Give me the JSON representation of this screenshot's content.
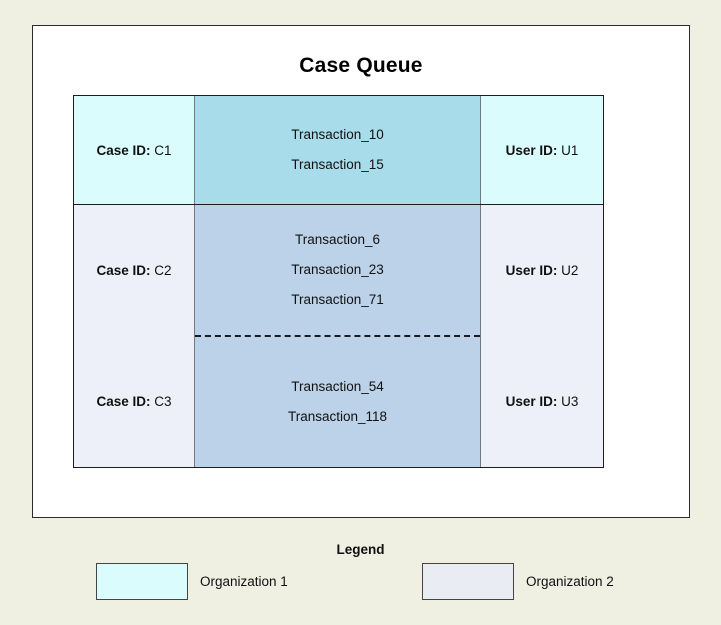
{
  "page": {
    "background_color": "#EFEFE2",
    "card_background": "#FFFFFF"
  },
  "card": {
    "title": "Case Queue"
  },
  "table": {
    "rows": [
      {
        "case_label": "Case ID:",
        "case_value": "C1",
        "user_label": "User ID:",
        "user_value": "U1",
        "organization": "Organization 1",
        "side_color": "#DAFCFC",
        "txn_color": "#A8DCEA",
        "transactions": [
          "Transaction_10",
          "Transaction_15"
        ]
      },
      {
        "case_label": "Case ID:",
        "case_value": "C2",
        "user_label": "User ID:",
        "user_value": "U2",
        "organization": "Organization 2",
        "side_color": "#EDF0F8",
        "txn_color": "#BBD2E8",
        "transactions": [
          "Transaction_6",
          "Transaction_23",
          "Transaction_71"
        ]
      },
      {
        "case_label": "Case ID:",
        "case_value": "C3",
        "user_label": "User ID:",
        "user_value": "U3",
        "organization": "Organization 2",
        "side_color": "#EDF0F8",
        "txn_color": "#BBD2E8",
        "transactions": [
          "Transaction_54",
          "Transaction_118"
        ]
      }
    ]
  },
  "legend": {
    "title": "Legend",
    "entries": [
      {
        "label": "Organization 1",
        "color": "#DAFCFC"
      },
      {
        "label": "Organization 2",
        "color": "#E9ECF3"
      }
    ]
  }
}
